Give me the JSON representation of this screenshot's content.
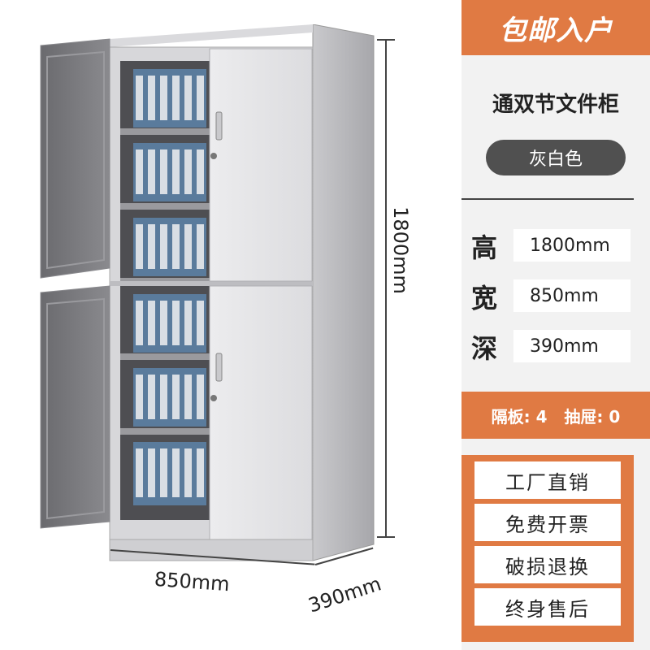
{
  "banner": {
    "text": "包邮入户"
  },
  "product": {
    "title": "通双节文件柜",
    "color": "灰白色"
  },
  "dimensions": [
    {
      "label": "高",
      "value": "1800mm"
    },
    {
      "label": "宽",
      "value": "850mm"
    },
    {
      "label": "深",
      "value": "390mm"
    }
  ],
  "specs": {
    "text": "隔板: 4   抽屉: 0"
  },
  "features": [
    "工厂直销",
    "免费开票",
    "破损退换",
    "终身售后"
  ],
  "annotations": {
    "height": "1800mm",
    "width": "850mm",
    "depth": "390mm"
  },
  "colors": {
    "accent": "#e07a43",
    "badge": "#505050",
    "cabinet": "#e4e4e6",
    "binder": "#5a7b9c"
  }
}
